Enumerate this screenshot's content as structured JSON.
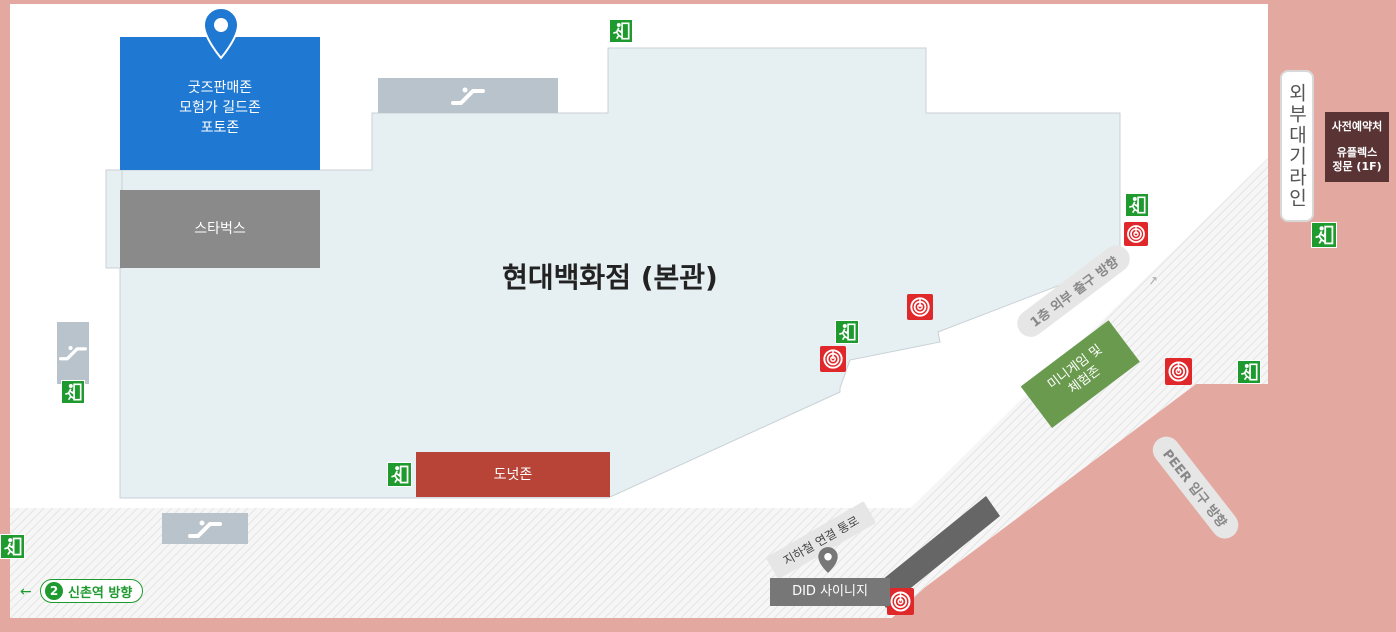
{
  "colors": {
    "background": "#e3a8a0",
    "floor": "#ffffff",
    "building": "#e6eff1",
    "goods_zone": "#1f78d1",
    "starbucks": "#8a8a8a",
    "donut_zone": "#b84438",
    "mini_game_zone": "#6a9a4e",
    "exit_sign": "#1f9a2e",
    "fire_hose": "#e0272a",
    "escalator": "#b8c3cb",
    "reservation_box": "#5a3434",
    "subway_label": "#e6e6e6",
    "did_label": "#777777",
    "shinchon_pill": "#1f9a2e"
  },
  "zones": {
    "goods_zone": "굿즈판매존\n모험가 길드존\n포토존",
    "starbucks": "스타벅스",
    "building": "현대백화점 (본관)",
    "donut_zone": "도넛존",
    "mini_game_zone": "미니게임 및\n체험존",
    "did_signage": "DID 사이니지"
  },
  "labels": {
    "outer_queue": "외부대기라인",
    "reservation": "사전예약처",
    "uplex_gate": "유플렉스\n정문 (1F)",
    "floor1_exit_direction": "1층 외부 출구 방향",
    "peer_entrance_direction": "PEER 입구 방향",
    "subway_passage": "지하철 연결 통로",
    "shinchon_line_number": "2",
    "shinchon_direction": "신촌역 방향",
    "arrow_left": "←",
    "arrow_up": "↑"
  },
  "icons": {
    "location_pin": "map-pin-icon",
    "exit": "emergency-exit-icon",
    "fire_hose": "fire-hose-icon",
    "escalator": "escalator-icon"
  }
}
